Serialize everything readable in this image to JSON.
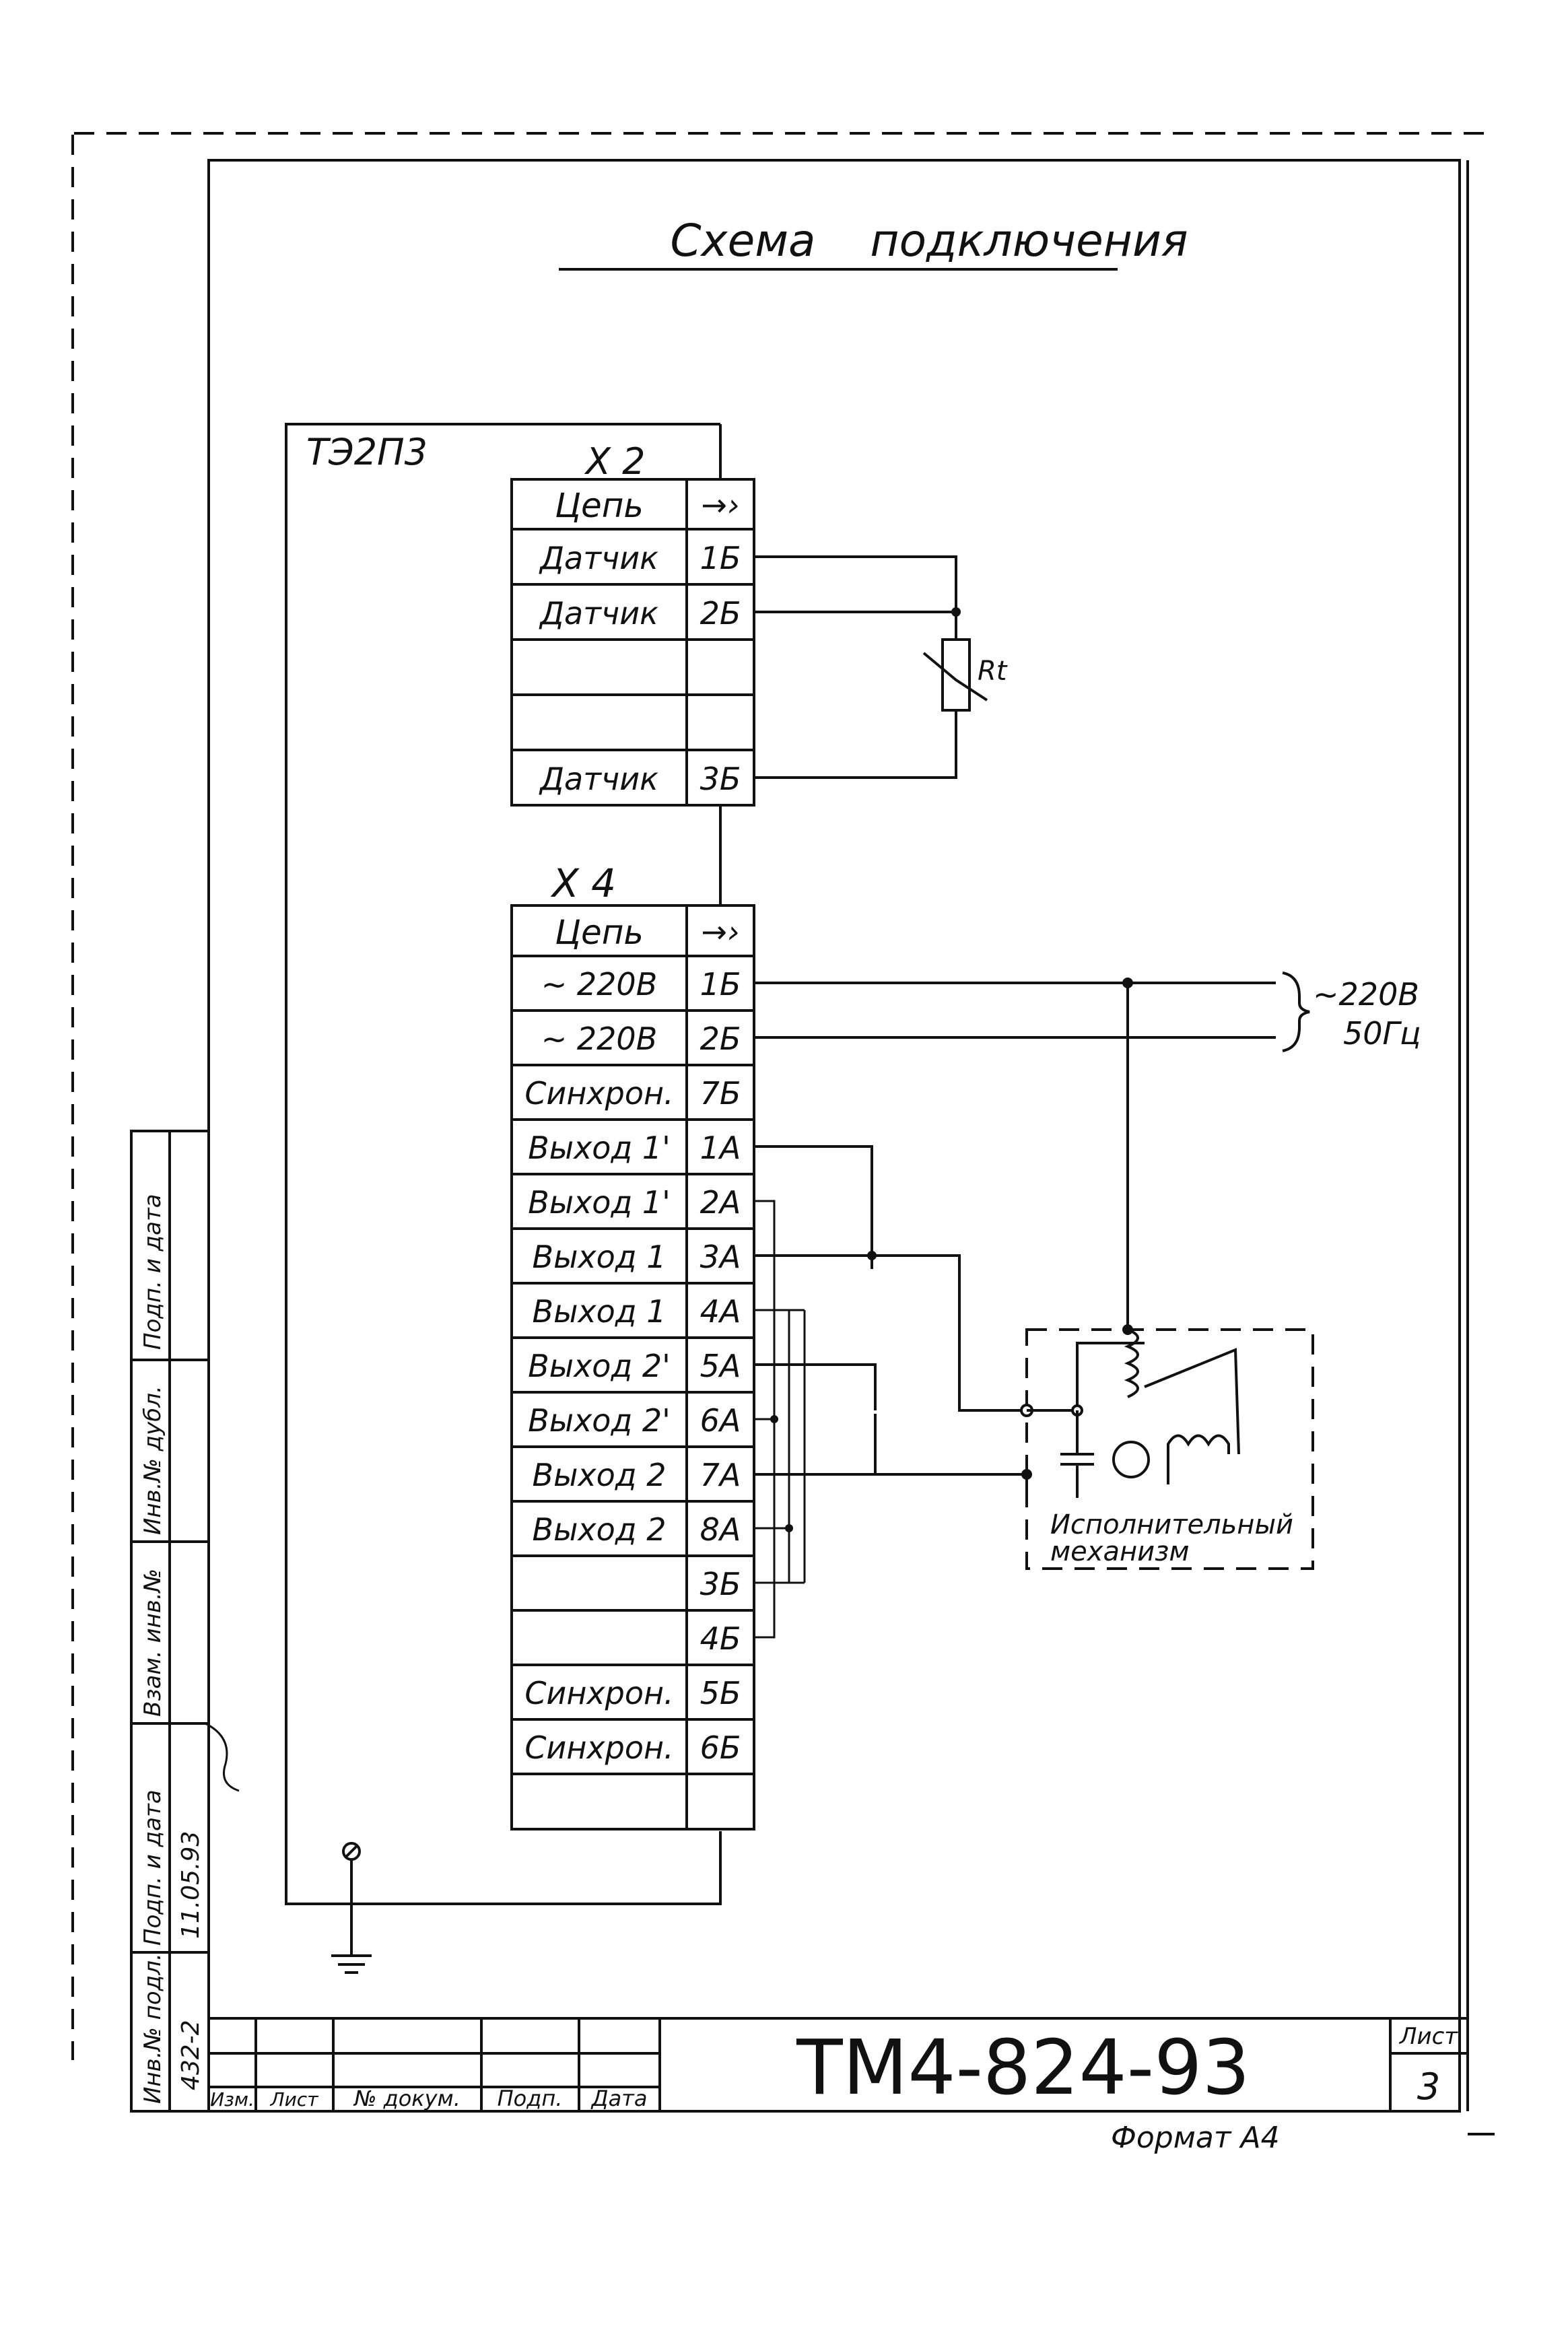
{
  "title": "Схема подключения",
  "device_label": "ТЭ2П3",
  "x2": {
    "name": "X 2",
    "header": {
      "circuit": "Цепь",
      "pin": "→›"
    },
    "rows": [
      {
        "circuit": "Датчик",
        "pin": "1Б"
      },
      {
        "circuit": "Датчик",
        "pin": "2Б"
      },
      {
        "circuit": "",
        "pin": ""
      },
      {
        "circuit": "",
        "pin": ""
      },
      {
        "circuit": "Датчик",
        "pin": "3Б"
      }
    ]
  },
  "x4": {
    "name": "X 4",
    "header": {
      "circuit": "Цепь",
      "pin": "→›"
    },
    "rows": [
      {
        "circuit": "~ 220В",
        "pin": "1Б"
      },
      {
        "circuit": "~ 220В",
        "pin": "2Б"
      },
      {
        "circuit": "Синхрон.",
        "pin": "7Б"
      },
      {
        "circuit": "Выход 1'",
        "pin": "1А"
      },
      {
        "circuit": "Выход 1'",
        "pin": "2А"
      },
      {
        "circuit": "Выход 1",
        "pin": "3А"
      },
      {
        "circuit": "Выход 1",
        "pin": "4А"
      },
      {
        "circuit": "Выход 2'",
        "pin": "5А"
      },
      {
        "circuit": "Выход 2'",
        "pin": "6А"
      },
      {
        "circuit": "Выход 2",
        "pin": "7А"
      },
      {
        "circuit": "Выход 2",
        "pin": "8А"
      },
      {
        "circuit": "",
        "pin": "3Б"
      },
      {
        "circuit": "",
        "pin": "4Б"
      },
      {
        "circuit": "Синхрон.",
        "pin": "5Б"
      },
      {
        "circuit": "Синхрон.",
        "pin": "6Б"
      }
    ]
  },
  "sensor_label": "Rt",
  "supply": {
    "voltage": "~220В",
    "frequency": "50Гц"
  },
  "actuator": {
    "line1": "Исполнительный",
    "line2": "механизм"
  },
  "side_stamp": {
    "fields": [
      "Инв.№ подл.",
      "Подп. и дата",
      "Взам. инв.№",
      "Инв.№ дубл.",
      "Подп. и дата"
    ],
    "inv_value": "432-2",
    "date_value": "11.05.93"
  },
  "title_block": {
    "columns": [
      "Изм.",
      "Лист",
      "№ докум.",
      "Подп.",
      "Дата"
    ],
    "doc_number": "ТМ4-824-93",
    "sheet_label": "Лист",
    "sheet_number": "3"
  },
  "format_label": "Формат А4"
}
